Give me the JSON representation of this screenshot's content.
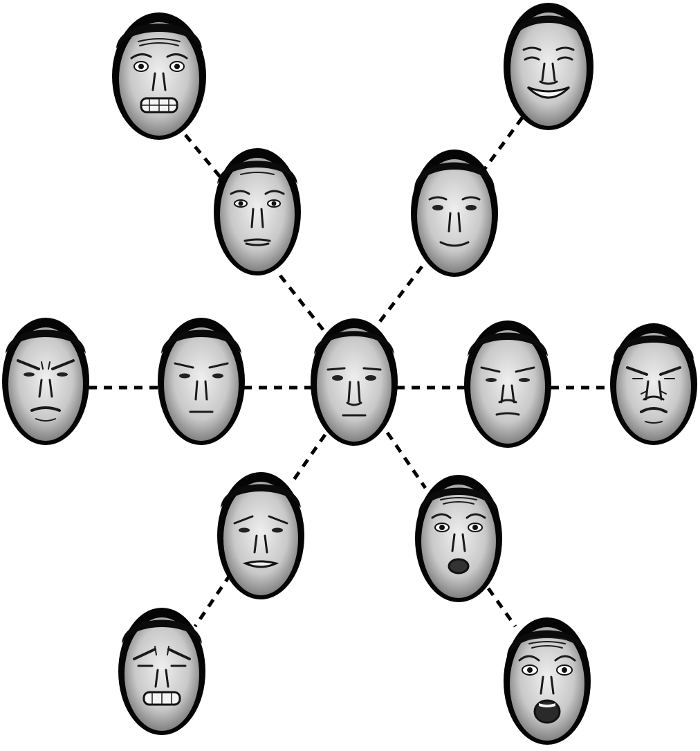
{
  "colors": {
    "background": "#ffffff",
    "line": "#000000",
    "frame": "#050505",
    "skin_light": "#e8e8e8",
    "skin_dark": "#8a8a8a"
  },
  "center": {
    "name": "face-neutral-center",
    "expression": "neutral"
  },
  "faces": [
    {
      "name": "face-fear-strong",
      "expression": "fear",
      "intensity": "strong"
    },
    {
      "name": "face-fear-mild",
      "expression": "fear",
      "intensity": "mild"
    },
    {
      "name": "face-happy-strong",
      "expression": "happy",
      "intensity": "strong"
    },
    {
      "name": "face-happy-mild",
      "expression": "happy",
      "intensity": "mild"
    },
    {
      "name": "face-anger-strong",
      "expression": "anger",
      "intensity": "strong"
    },
    {
      "name": "face-anger-mild",
      "expression": "anger",
      "intensity": "mild"
    },
    {
      "name": "face-disgust-mild",
      "expression": "disgust",
      "intensity": "mild"
    },
    {
      "name": "face-disgust-strong",
      "expression": "disgust",
      "intensity": "strong"
    },
    {
      "name": "face-sad-mild",
      "expression": "sad",
      "intensity": "mild"
    },
    {
      "name": "face-sad-strong",
      "expression": "sad",
      "intensity": "strong"
    },
    {
      "name": "face-surprise-mild",
      "expression": "surprise",
      "intensity": "mild"
    },
    {
      "name": "face-surprise-strong",
      "expression": "surprise",
      "intensity": "strong"
    }
  ]
}
